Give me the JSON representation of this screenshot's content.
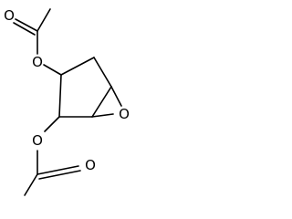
{
  "molecule": {
    "atoms": {
      "o_carbonyl_top": "O",
      "o_ester_top": "O",
      "o_ester_bottom": "O",
      "o_epoxide": "O",
      "o_carbonyl_bottom": "O"
    }
  }
}
